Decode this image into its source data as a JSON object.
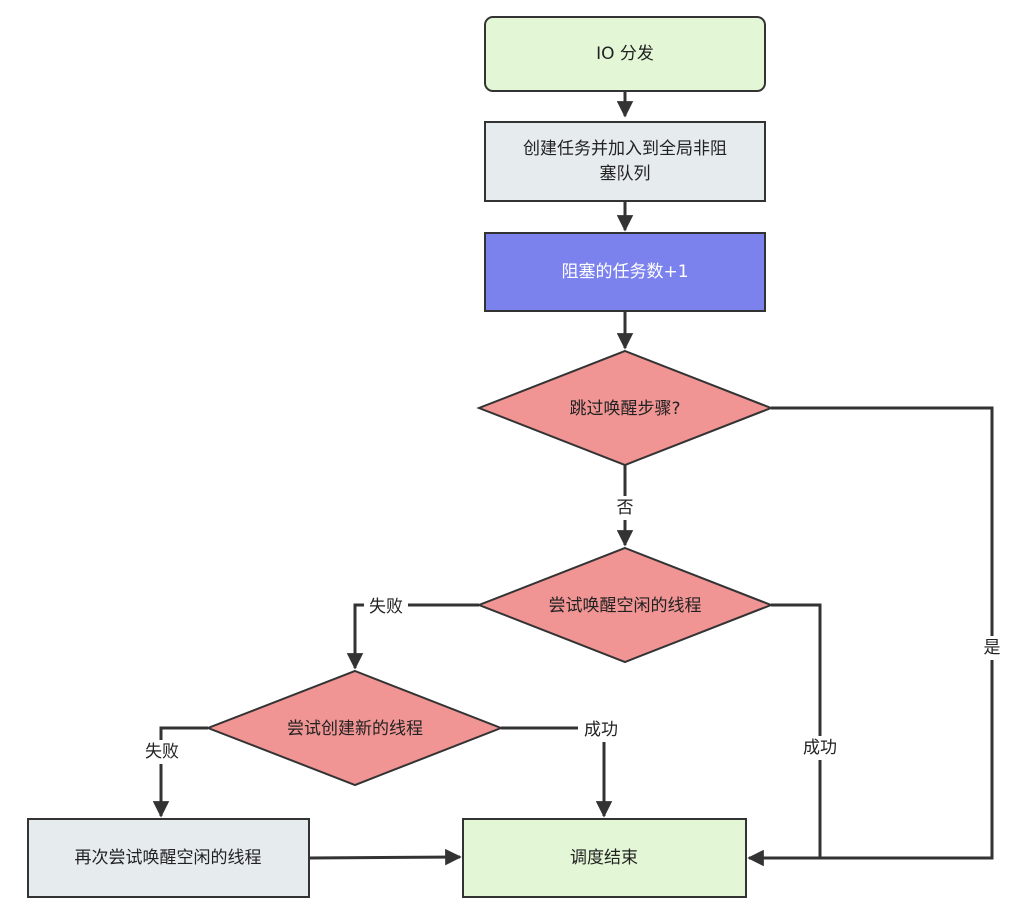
{
  "colors": {
    "start_end_fill": "#e3f7d6",
    "process_fill": "#e6ebee",
    "highlight_fill": "#7b82ee",
    "decision_fill": "#f09494",
    "stroke": "#333333"
  },
  "nodes": {
    "io_dispatch": {
      "text": "IO 分发"
    },
    "create_task": {
      "line1": "创建任务并加入到全局非阻",
      "line2": "塞队列"
    },
    "blocked_count": {
      "text": "阻塞的任务数+1"
    },
    "skip_wake": {
      "text": "跳过唤醒步骤?"
    },
    "try_wake_idle": {
      "text": "尝试唤醒空闲的线程"
    },
    "try_create_thread": {
      "text": "尝试创建新的线程"
    },
    "retry_wake_idle": {
      "text": "再次尝试唤醒空闲的线程"
    },
    "schedule_end": {
      "text": "调度结束"
    }
  },
  "edges": {
    "no_label": "否",
    "yes_label": "是",
    "wake_fail_label": "失败",
    "create_fail_label": "失败",
    "create_success_label": "成功",
    "wake_success_label": "成功"
  }
}
